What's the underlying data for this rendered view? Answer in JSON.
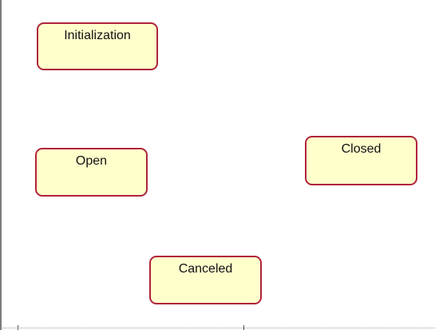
{
  "colors": {
    "state_fill": "#ffffcc",
    "state_border": "#b0233b",
    "background": "#ffffff"
  },
  "states": [
    {
      "label": "Initialization"
    },
    {
      "label": "Open"
    },
    {
      "label": "Closed"
    },
    {
      "label": "Canceled"
    }
  ]
}
